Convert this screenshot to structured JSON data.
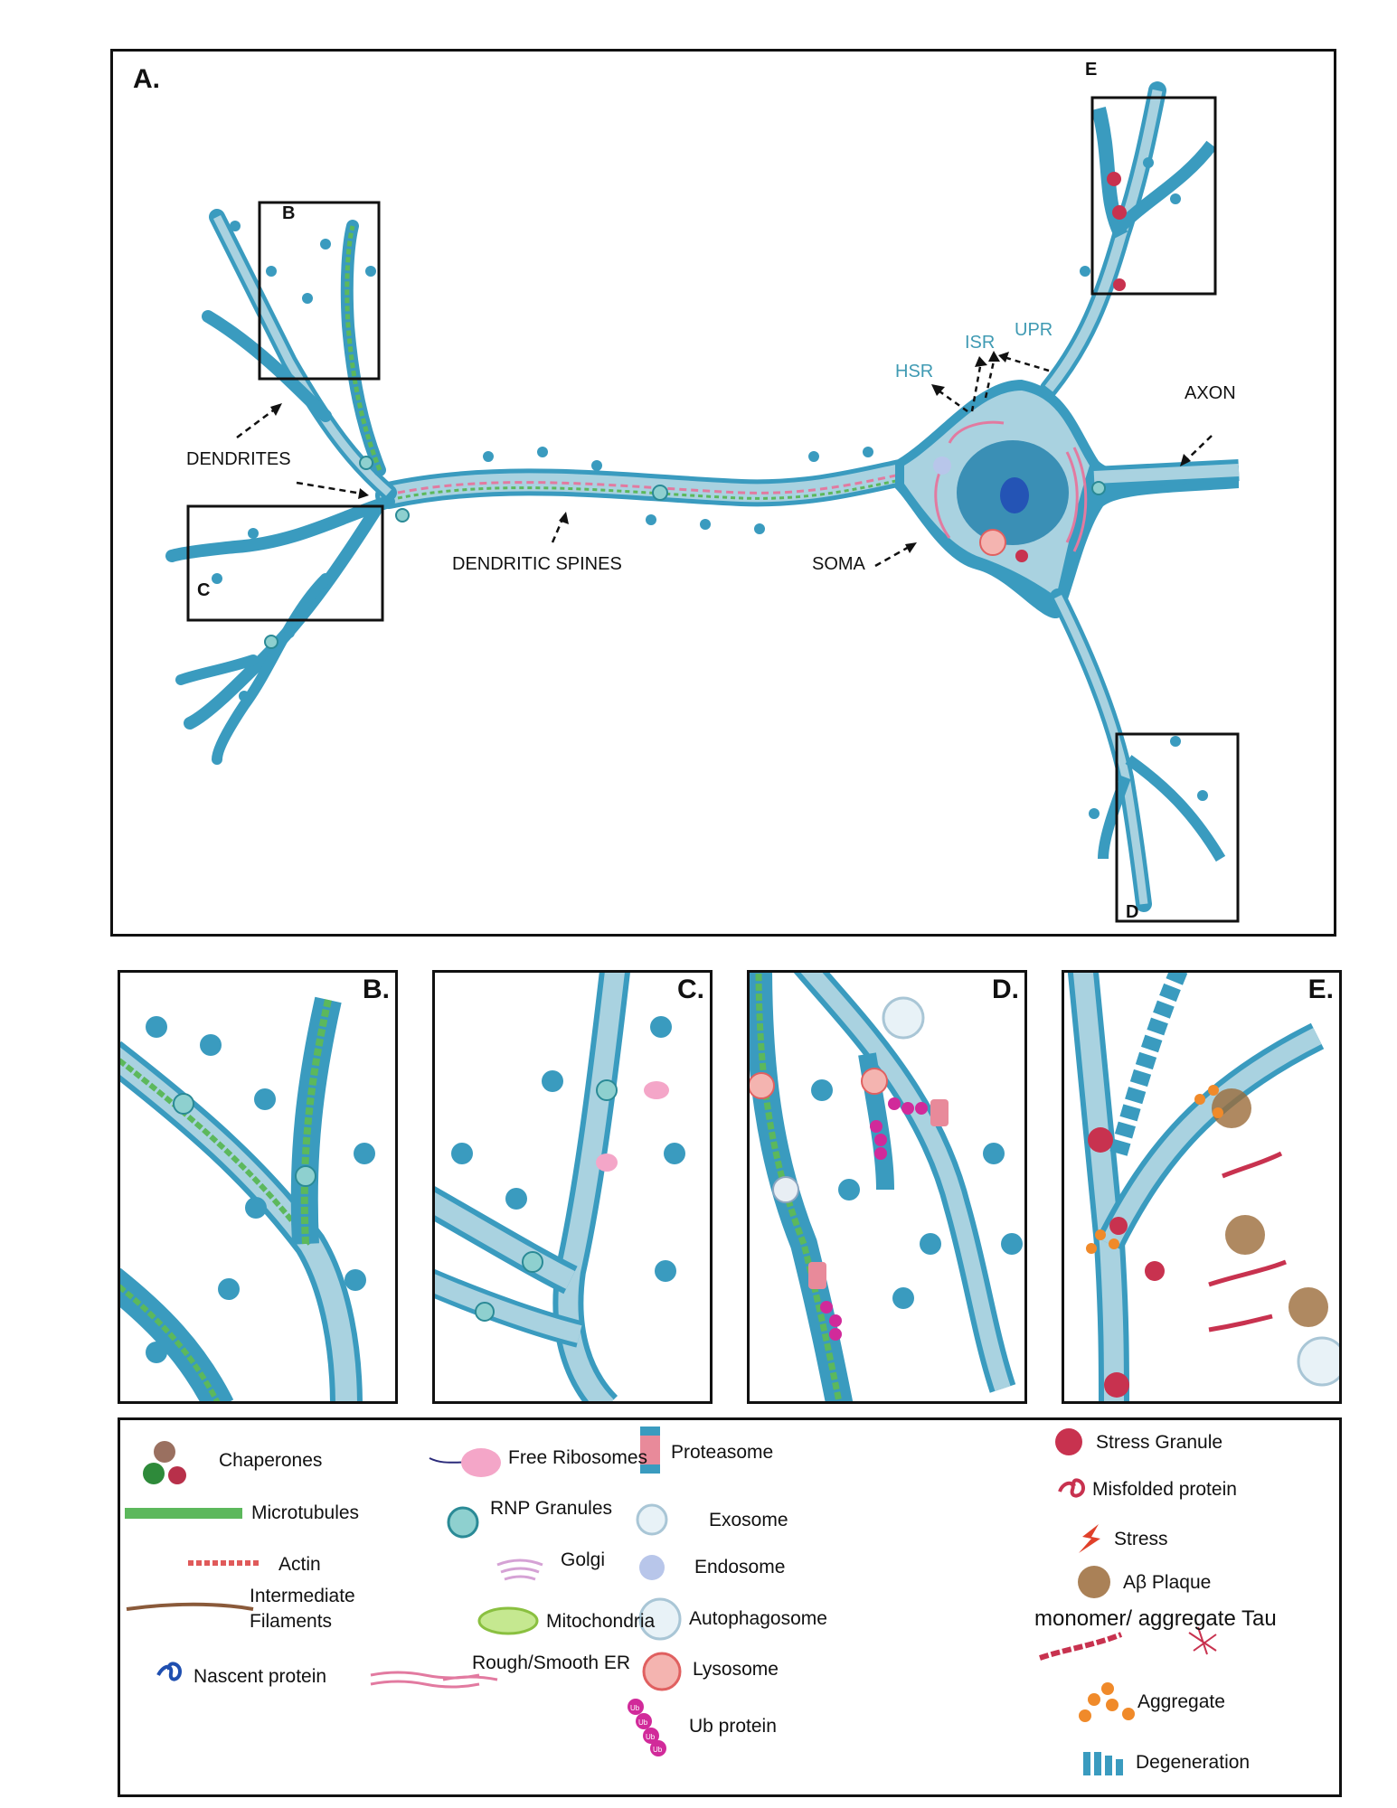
{
  "panel_a": {
    "title": "A.",
    "labels": {
      "dendrites": "DENDRITES",
      "dendritic_spines": "DENDRITIC SPINES",
      "soma": "SOMA",
      "axon": "AXON",
      "hsr": "HSR",
      "isr": "ISR",
      "upr": "UPR"
    },
    "inset_labels": {
      "b": "B",
      "c": "C",
      "d": "D",
      "e": "E"
    }
  },
  "zoom_panels": [
    {
      "title": "B."
    },
    {
      "title": "C."
    },
    {
      "title": "D."
    },
    {
      "title": "E."
    }
  ],
  "legend": {
    "col1": [
      "Chaperones",
      "Microtubules",
      "Actin",
      "Intermediate",
      "Filaments",
      "Nascent protein"
    ],
    "col2": [
      "Free Ribosomes",
      "RNP Granules",
      "Golgi",
      "Mitochondria",
      "Rough/Smooth ER"
    ],
    "col3": [
      "Proteasome",
      "Exosome",
      "Endosome",
      "Autophagosome",
      "Lysosome",
      "Ub protein"
    ],
    "col4": [
      "Stress Granule",
      "Misfolded protein",
      "Stress",
      "Aβ Plaque",
      "monomer/ aggregate Tau",
      "Aggregate",
      "Degeneration"
    ],
    "ub_letters": "Ub"
  },
  "colors": {
    "cell": "#3a9bbf",
    "cell_inner": "#a9d2e0",
    "nucleus": "#3a8fb5",
    "nucleolus": "#2454b5",
    "microtubule": "#5cb85c",
    "actin": "#e05a5a",
    "er": "#e27aa0",
    "hsr_text": "#3f9ab3"
  }
}
